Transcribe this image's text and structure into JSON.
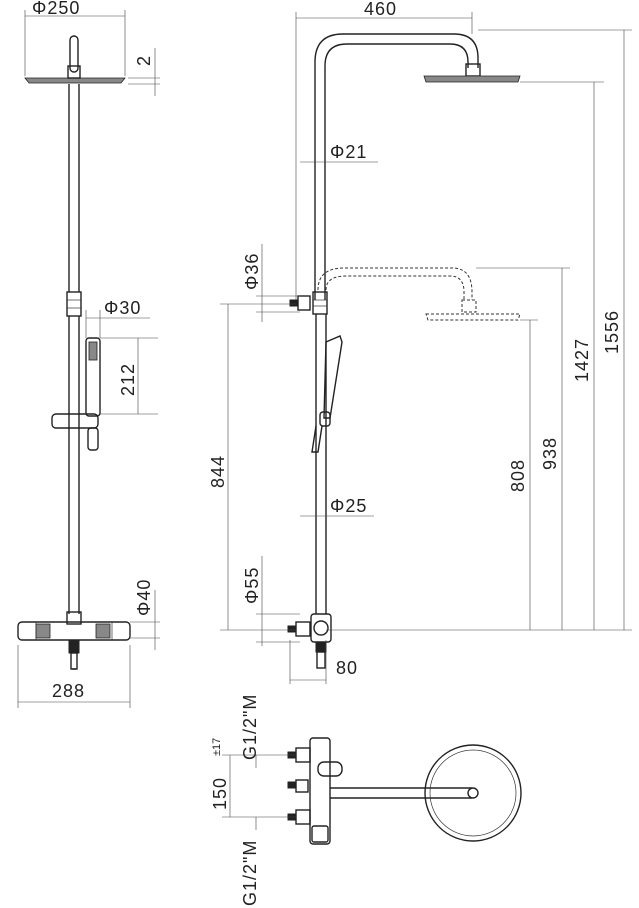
{
  "dimensions": {
    "head_diameter": "Φ250",
    "head_thickness": "2",
    "handshower_diameter": "Φ30",
    "handshower_length": "212",
    "mixer_body_diameter": "Φ40",
    "mixer_width": "288",
    "arm_reach": "460",
    "pipe_diameter": "Φ21",
    "outlet_diameter": "Φ36",
    "lower_pipe_diameter": "Φ25",
    "height_844": "844",
    "mixer_outlet_diameter": "Φ55",
    "wall_offset": "80",
    "height_808": "808",
    "height_938": "938",
    "height_1427": "1427",
    "height_1556": "1556",
    "connection_top": "G1/2\"M",
    "connection_bottom": "G1/2\"M",
    "center_distance": "150",
    "tolerance": "±17"
  }
}
